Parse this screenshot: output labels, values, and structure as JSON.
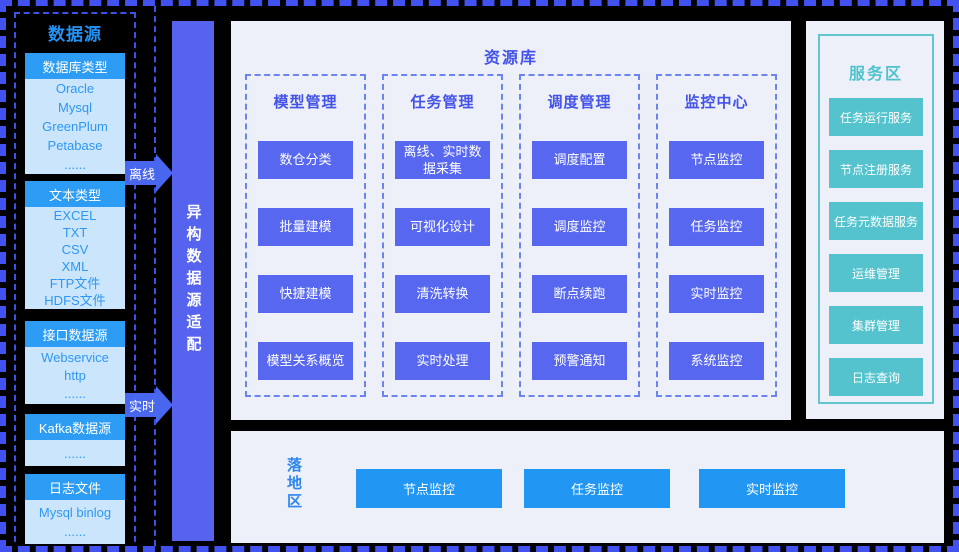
{
  "colors": {
    "frame_border": "#4152f0",
    "background": "#000000",
    "bright_blue": "#2d9cf5",
    "light_blue_body": "#cbe6fc",
    "body_text_blue": "#2e97f5",
    "purple": "#5767f0",
    "purple_text": "#4353e8",
    "landing_blue": "#2196f3",
    "teal": "#54c3cd",
    "panel_lavender": "#edeff9"
  },
  "left_panel": {
    "title": "数据源",
    "groups": [
      {
        "header": "数据库类型",
        "items": [
          "Oracle",
          "Mysql",
          "GreenPlum",
          "Petabase",
          "......"
        ]
      },
      {
        "header": "文本类型",
        "items": [
          "EXCEL",
          "TXT",
          "CSV",
          "XML",
          "FTP文件",
          "HDFS文件"
        ]
      },
      {
        "header": "接口数据源",
        "items": [
          "Webservice",
          "http",
          "......"
        ]
      },
      {
        "header": "Kafka数据源",
        "items": [
          "......"
        ]
      },
      {
        "header": "日志文件",
        "items": [
          "Mysql binlog",
          "......"
        ]
      }
    ]
  },
  "arrows": [
    {
      "label": "离线"
    },
    {
      "label": "实时"
    }
  ],
  "adapter_bar": {
    "label": "异构数据源适配"
  },
  "resource_panel": {
    "title": "资源库",
    "columns": [
      {
        "header": "模型管理",
        "items": [
          "数仓分类",
          "批量建模",
          "快捷建模",
          "模型关系概览"
        ]
      },
      {
        "header": "任务管理",
        "items": [
          "离线、实时数据采集",
          "可视化设计",
          "清洗转换",
          "实时处理"
        ]
      },
      {
        "header": "调度管理",
        "items": [
          "调度配置",
          "调度监控",
          "断点续跑",
          "预警通知"
        ]
      },
      {
        "header": "监控中心",
        "items": [
          "节点监控",
          "任务监控",
          "实时监控",
          "系统监控"
        ]
      }
    ]
  },
  "landing_panel": {
    "title": "落地区",
    "buttons": [
      "节点监控",
      "任务监控",
      "实时监控"
    ]
  },
  "service_panel": {
    "title": "服务区",
    "buttons": [
      "任务运行服务",
      "节点注册服务",
      "任务元数据服务",
      "运维管理",
      "集群管理",
      "日志查询"
    ]
  }
}
